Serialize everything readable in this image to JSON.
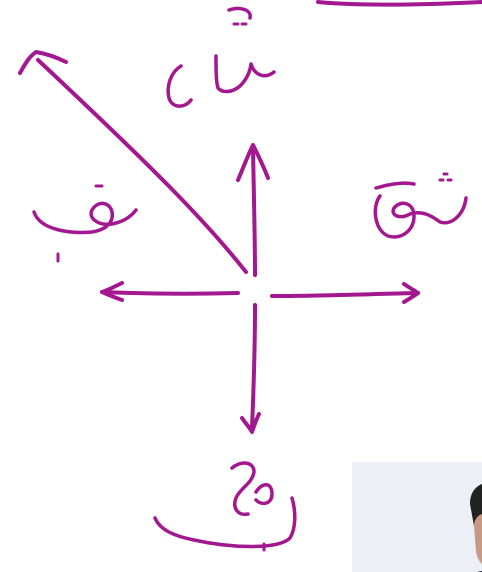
{
  "canvas": {
    "ink_color": "#a3178f",
    "background": "#ffffff"
  },
  "labels": {
    "north": "شمال",
    "east": "شرق",
    "west": "غرب",
    "south": "جنوب"
  },
  "webcam": {
    "background": "#ecf0f6"
  }
}
